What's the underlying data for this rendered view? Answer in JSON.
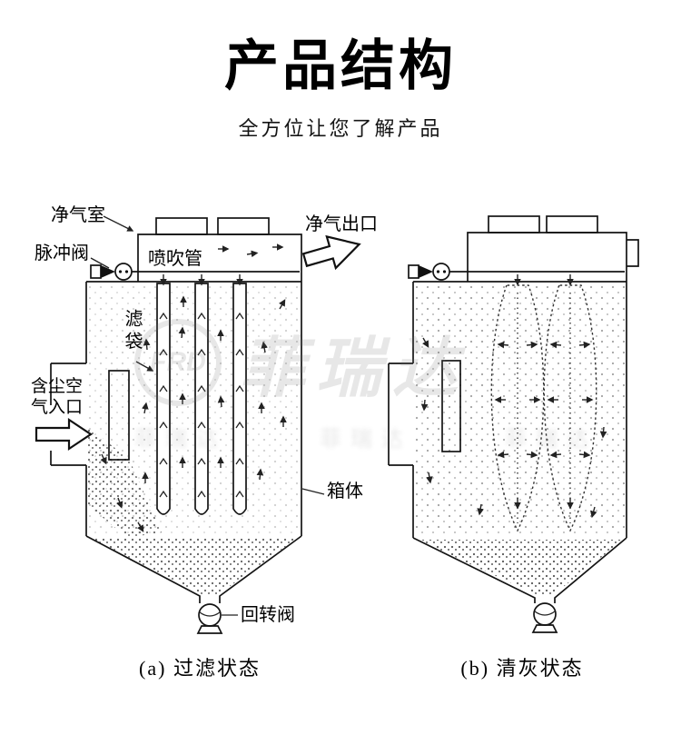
{
  "page": {
    "title": "产品结构",
    "subtitle": "全方位让您了解产品"
  },
  "watermark": {
    "logo": "FRD",
    "brand": "菲瑞达"
  },
  "diagram_a": {
    "caption": "(a) 过滤状态",
    "labels": {
      "clean_air_chamber": "净气室",
      "clean_air_outlet": "净气出口",
      "pulse_valve": "脉冲阀",
      "blow_pipe": "喷吹管",
      "filter_bag": "滤袋",
      "inlet_line1": "含尘空",
      "inlet_line2": "气入口",
      "casing": "箱体",
      "rotary_valve": "回转阀"
    }
  },
  "diagram_b": {
    "caption": "(b) 清灰状态"
  }
}
